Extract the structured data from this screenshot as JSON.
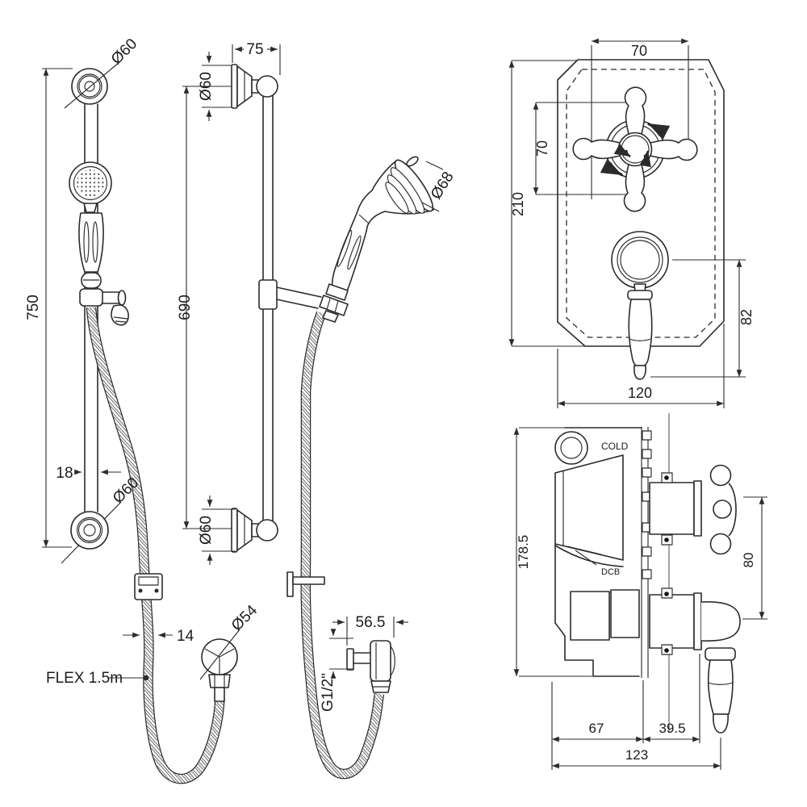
{
  "page": {
    "background": "#ffffff",
    "line_color": "#2b2b2b"
  },
  "views": {
    "rail_front": {
      "name": "slide-rail-front-view",
      "dims": {
        "height_750": "750",
        "rail_width_18": "18",
        "hose_width_14": "14",
        "flex_length": "FLEX 1.5m",
        "top_bracket_dia": "Ø60",
        "bottom_bracket_dia": "Ø60",
        "outlet_dia": "Ø54"
      }
    },
    "rail_side": {
      "name": "slide-rail-side-view",
      "dims": {
        "bracket_depth_75": "75",
        "rail_length_690": "690",
        "top_bracket_dia": "Ø60",
        "bottom_bracket_dia": "Ø60",
        "handset_head_dia": "Ø68",
        "outlet_depth_565": "56.5",
        "outlet_thread": "G1/2\""
      }
    },
    "valve_front": {
      "name": "valve-front-view",
      "dims": {
        "handle_width_70": "70",
        "handle_height_70": "70",
        "plate_height_210": "210",
        "lever_drop_82": "82",
        "plate_width_120": "120"
      }
    },
    "valve_side": {
      "name": "valve-side-view",
      "dims": {
        "body_height_1785": "178.5",
        "handle_centres_80": "80",
        "body_depth_67": "67",
        "handle_depth_395": "39.5",
        "overall_depth_123": "123"
      },
      "labels": {
        "cold_inlet": "COLD",
        "body_code": "DCB"
      }
    }
  }
}
